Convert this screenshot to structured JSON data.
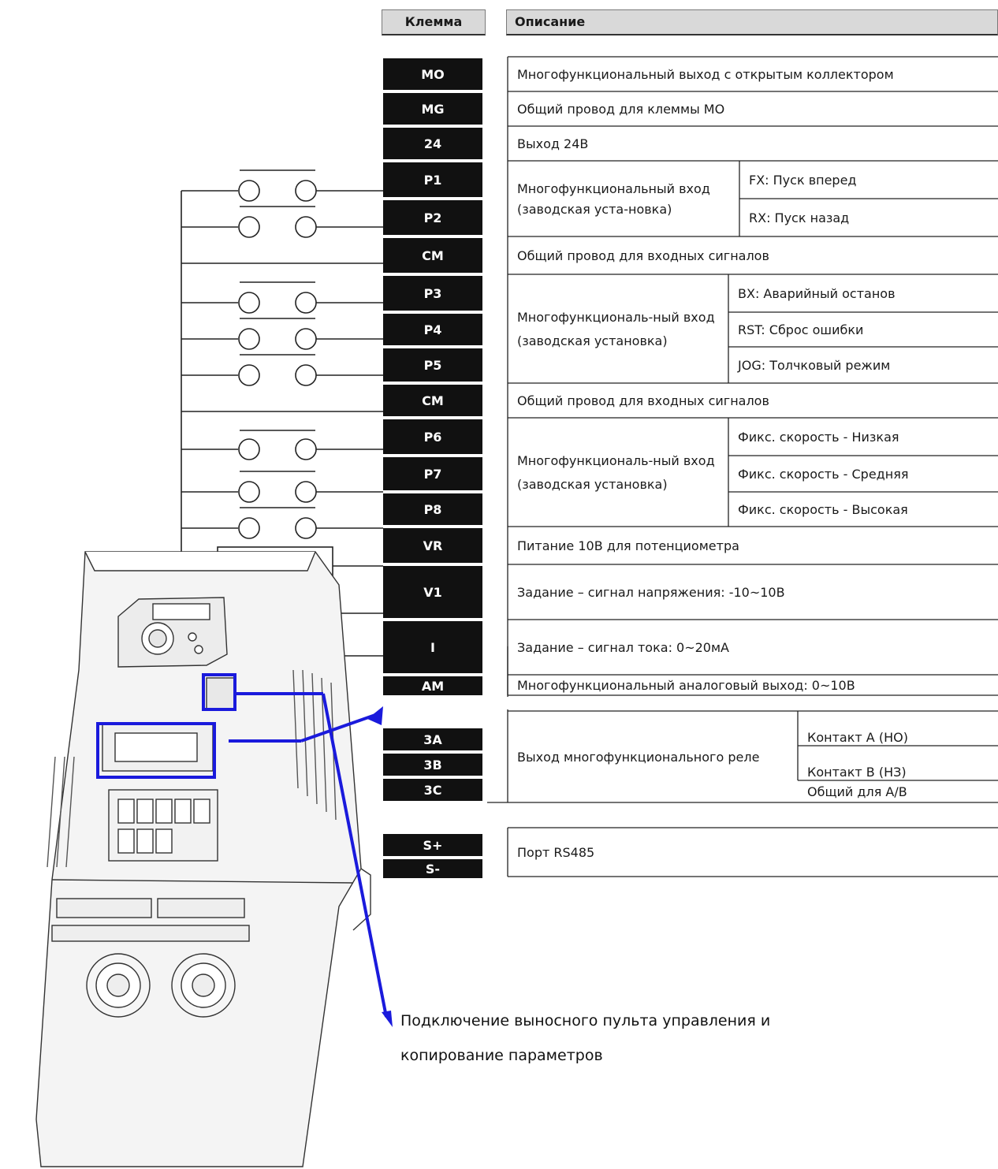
{
  "header": {
    "terminal": "Клемма",
    "description": "Описание"
  },
  "terminals": [
    "MO",
    "MG",
    "24",
    "P1",
    "P2",
    "CM",
    "P3",
    "P4",
    "P5",
    "CM",
    "P6",
    "P7",
    "P8",
    "VR",
    "V1",
    "I",
    "AM",
    "3A",
    "3B",
    "3C",
    "S+",
    "S-"
  ],
  "desc": {
    "mo": "Многофункциональный выход с открытым коллектором",
    "mg": "Общий провод для клеммы МО",
    "v24": "Выход 24В",
    "p12_main": "Многофункциональный вход (заводская уста-новка)",
    "p1_sub": "FX: Пуск вперед",
    "p2_sub": "RX:  Пуск назад",
    "cm1": "Общий провод для входных сигналов",
    "p345_main": "Многофункциональ-ный вход (заводская установка)",
    "p3_sub": "BX: Аварийный останов",
    "p4_sub": "RST: Сброс ошибки",
    "p5_sub": "JOG: Толчковый режим",
    "cm2": "Общий провод для входных сигналов",
    "p678_main": "Многофункциональ-ный вход (заводская установка)",
    "p6_sub": "Фикс. скорость - Низкая",
    "p7_sub": "Фикс. скорость - Средняя",
    "p8_sub": "Фикс. скорость - Высокая",
    "vr": "Питание 10В для потенциометра",
    "v1": "Задание – сигнал напряжения: -10~10В",
    "i": "Задание – сигнал тока: 0~20мА",
    "am": "Многофункциональный аналоговый выход: 0~10В",
    "relay_main": "Выход многофункционального реле",
    "a_sub": "Контакт А (НО)",
    "b_sub": "Контакт В (НЗ)",
    "c_sub": "Общий для А/В",
    "rs485": "Порт RS485"
  },
  "note": {
    "line1": "Подключение выносного пульта управления и",
    "line2": "копирование параметров"
  },
  "colors": {
    "accent": "#1a1adc",
    "terminal_bg": "#111111",
    "header_bg": "#d9d9d9"
  }
}
